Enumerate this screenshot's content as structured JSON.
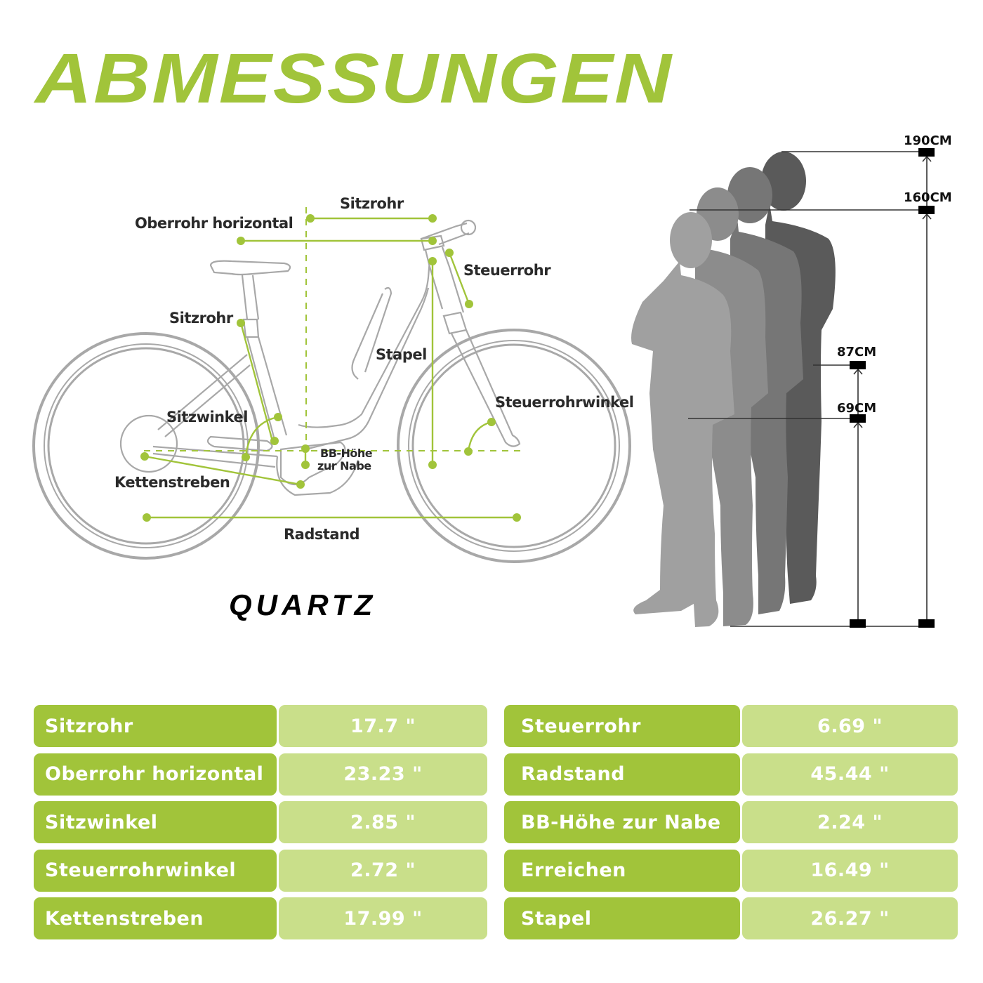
{
  "header": {
    "title": "ABMESSUNGEN"
  },
  "bike": {
    "model": "QUARTZ",
    "labels": {
      "top_sitzrohr": "Sitzrohr",
      "oberrohr": "Oberrohr horizontal",
      "steuerrohr": "Steuerrohr",
      "sitzrohr": "Sitzrohr",
      "stapel": "Stapel",
      "steuerrohrwinkel": "Steuerrohrwinkel",
      "sitzwinkel": "Sitzwinkel",
      "bb_hoehe_line1": "BB-Höhe",
      "bb_hoehe_line2": "zur Nabe",
      "kettenstreben": "Kettenstreben",
      "radstand": "Radstand"
    }
  },
  "rider_heights": {
    "labels": [
      "190CM",
      "160CM",
      "87CM",
      "69CM"
    ]
  },
  "colors": {
    "accent": "#a1c43a",
    "accent_light": "#c9df8a",
    "line_gray": "#9a9a9a",
    "text_dark": "#2a2a2a"
  },
  "spec_table": {
    "left": [
      {
        "label": "Sitzrohr",
        "value": "17.7 \""
      },
      {
        "label": "Oberrohr horizontal",
        "value": "23.23 \""
      },
      {
        "label": "Sitzwinkel",
        "value": "2.85 \""
      },
      {
        "label": "Steuerrohrwinkel",
        "value": "2.72 \""
      },
      {
        "label": "Kettenstreben",
        "value": "17.99 \""
      }
    ],
    "right": [
      {
        "label": "Steuerrohr",
        "value": "6.69 \""
      },
      {
        "label": "Radstand",
        "value": "45.44 \""
      },
      {
        "label": "BB-Höhe zur Nabe",
        "value": "2.24 \""
      },
      {
        "label": "Erreichen",
        "value": "16.49 \""
      },
      {
        "label": "Stapel",
        "value": "26.27 \""
      }
    ]
  }
}
